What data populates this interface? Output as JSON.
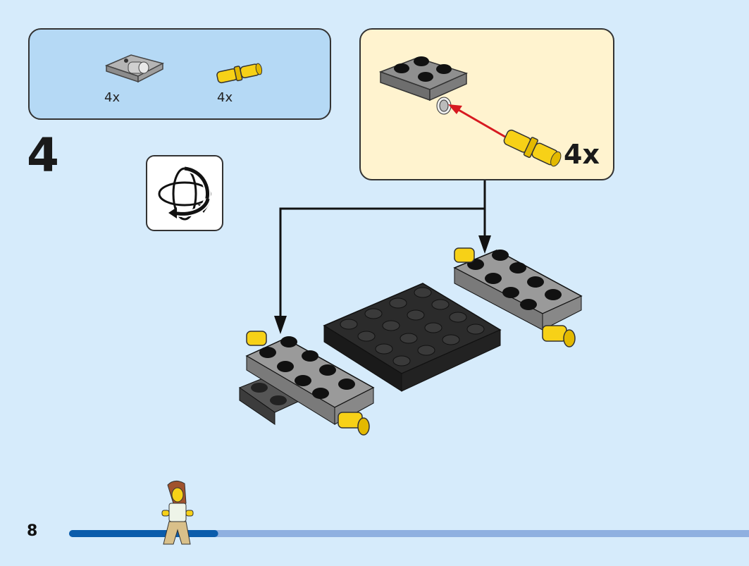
{
  "parts_list": {
    "items": [
      {
        "name": "gray-plate-with-pin-hole",
        "quantity": "4x"
      },
      {
        "name": "yellow-pin",
        "quantity": "4x"
      }
    ]
  },
  "step": {
    "number": "4"
  },
  "rotate_icon": "rotate-model-icon",
  "sub_assembly": {
    "quantity": "4x"
  },
  "page": {
    "number": "8"
  },
  "colors": {
    "background": "#d6ebfb",
    "parts_box": "#b5d9f5",
    "sub_box": "#fff3cf",
    "progress_done": "#0a5cab",
    "progress_remaining": "#8fb0e0"
  },
  "progress": {
    "fraction": 0.21
  }
}
